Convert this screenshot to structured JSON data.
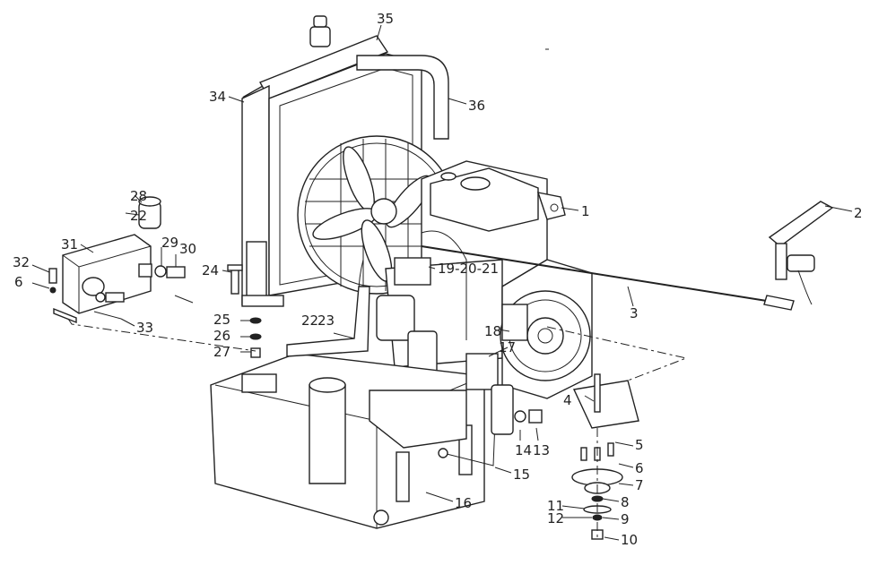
{
  "diagram": {
    "callouts": {
      "c1": "1",
      "c2": "2",
      "c3": "3",
      "c4": "4",
      "c5": "5",
      "c6a": "6",
      "c6b": "6",
      "c7": "7",
      "c8": "8",
      "c9": "9",
      "c10": "10",
      "c11": "11",
      "c12": "12",
      "c13": "13",
      "c14": "14",
      "c15": "15",
      "c16": "16",
      "c17": "17",
      "c18": "18",
      "c19": "19-20-21",
      "c22a": "22",
      "c22b": "22",
      "c23": "23",
      "c24": "24",
      "c25": "25",
      "c26": "26",
      "c27": "27",
      "c28": "28",
      "c29": "29",
      "c30": "30",
      "c31": "31",
      "c32": "32",
      "c33": "33",
      "c34": "34",
      "c35": "35",
      "c36": "36"
    }
  }
}
